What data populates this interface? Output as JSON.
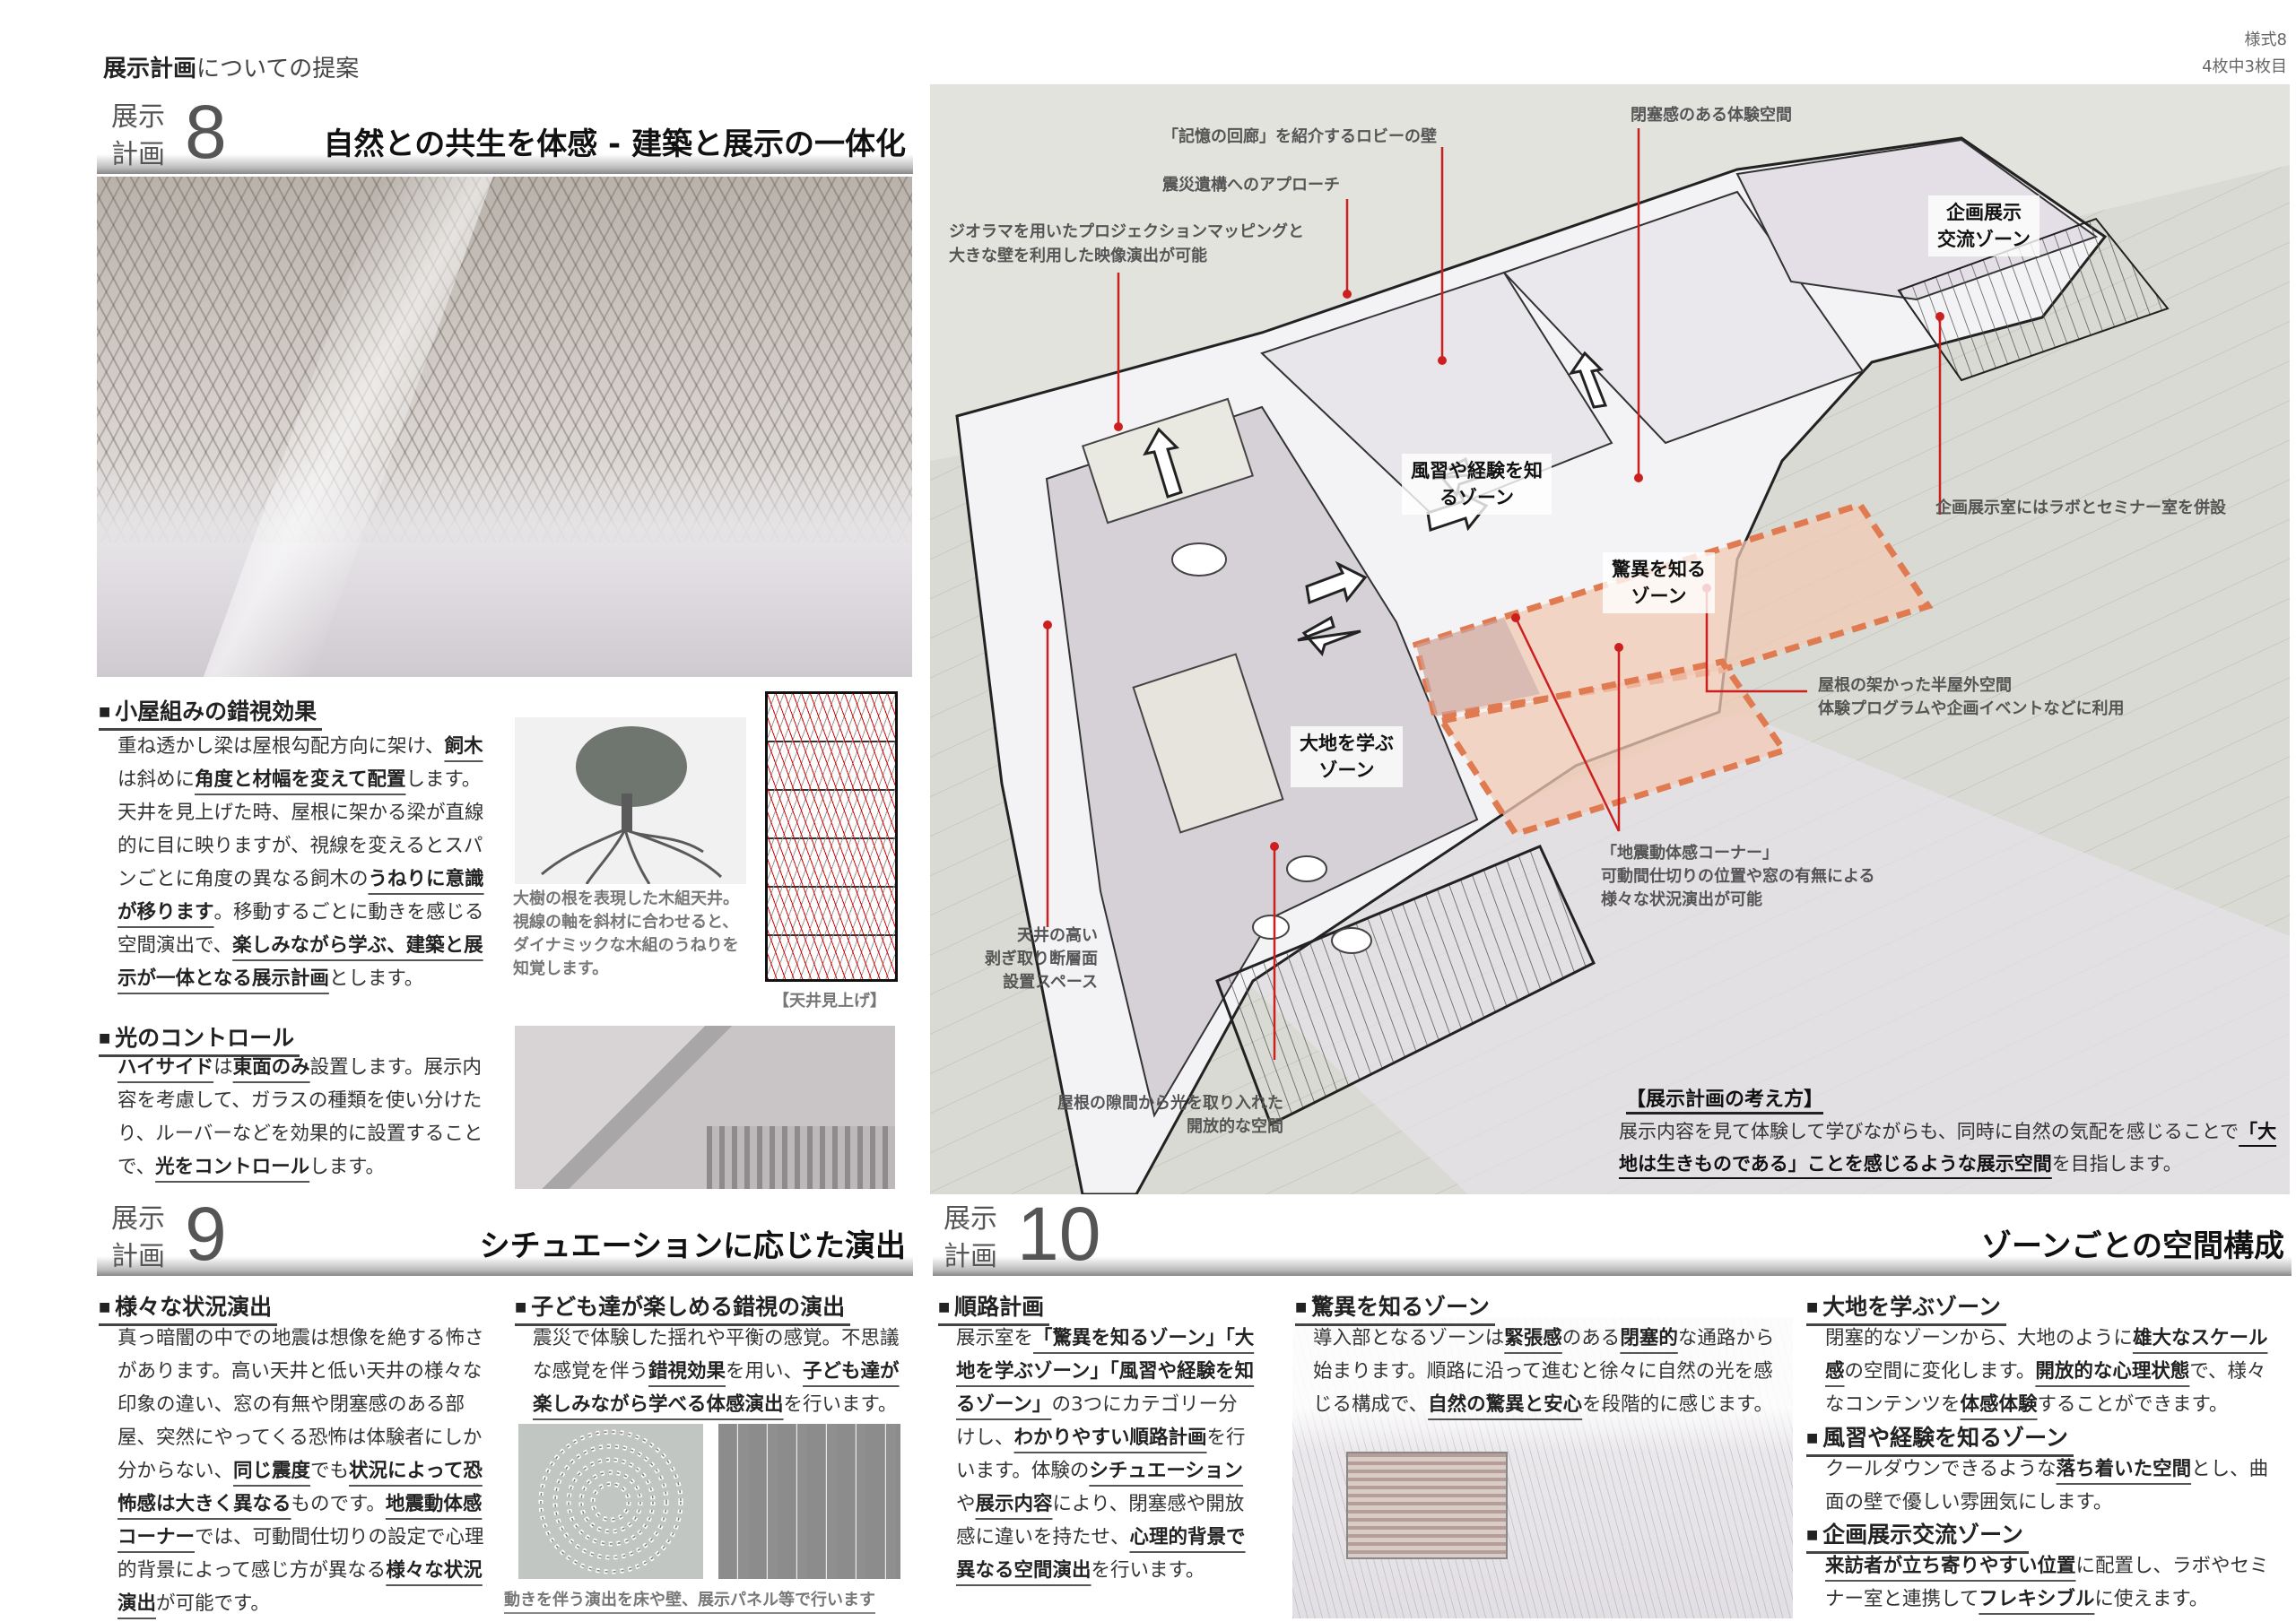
{
  "header": {
    "title_bold": "展示計画",
    "title_rest": "についての提案",
    "form_no": "様式8",
    "sheet": "4枚中3枚目"
  },
  "sections": {
    "s8": {
      "label_top": "展示",
      "label_bottom": "計画",
      "number": "8",
      "title": "自然との共生を体感 - 建築と展示の一体化"
    },
    "s9": {
      "label_top": "展示",
      "label_bottom": "計画",
      "number": "9",
      "title": "シチュエーションに応じた演出"
    },
    "s10": {
      "label_top": "展示",
      "label_bottom": "計画",
      "number": "10",
      "title": "ゾーンごとの空間構成"
    }
  },
  "blocks": {
    "koyagumi": {
      "heading": "小屋組みの錯視効果",
      "segments": [
        {
          "t": "重ね透かし梁は屋根勾配方向に架け、"
        },
        {
          "t": "飼木",
          "b": true
        },
        {
          "t": "は斜めに"
        },
        {
          "t": "角度と材幅を変えて配置",
          "b": true
        },
        {
          "t": "します。天井を見上げた時、屋根に架かる梁が直線的に目に映りますが、視線を変えるとスパンごとに角度の異なる飼木の"
        },
        {
          "t": "うねりに意識が移ります",
          "b": true
        },
        {
          "t": "。移動するごとに動きを感じる空間演出で、"
        },
        {
          "t": "楽しみながら学ぶ、建築と展示が一体となる展示計画",
          "b": true
        },
        {
          "t": "とします。"
        }
      ]
    },
    "light": {
      "heading": "光のコントロール",
      "segments": [
        {
          "t": "ハイサイド",
          "b": true
        },
        {
          "t": "は"
        },
        {
          "t": "東面のみ",
          "b": true
        },
        {
          "t": "設置します。展示内容を考慮して、ガラスの種類を使い分けたり、ルーバーなどを効果的に設置することで、"
        },
        {
          "t": "光をコントロール",
          "b": true
        },
        {
          "t": "します。"
        }
      ]
    },
    "situation": {
      "heading": "様々な状況演出",
      "segments": [
        {
          "t": "真っ暗闇の中での地震は想像を絶する怖さがあります。高い天井と低い天井の様々な印象の違い、窓の有無や閉塞感のある部屋、突然にやってくる恐怖は体験者にしか分からない、"
        },
        {
          "t": "同じ震度",
          "b": true
        },
        {
          "t": "でも"
        },
        {
          "t": "状況によって恐怖感は大きく異なる",
          "b": true
        },
        {
          "t": "ものです。"
        },
        {
          "t": "地震動体感コーナー",
          "b": true
        },
        {
          "t": "では、可動間仕切りの設定で心理的背景によって感じ方が異なる"
        },
        {
          "t": "様々な状況演出",
          "b": true
        },
        {
          "t": "が可能です。"
        }
      ]
    },
    "kids": {
      "heading": "子ども達が楽しめる錯視の演出",
      "segments": [
        {
          "t": "震災で体験した揺れや平衡の感覚。不思議な感覚を伴う"
        },
        {
          "t": "錯視効果",
          "b": true
        },
        {
          "t": "を用い、"
        },
        {
          "t": "子ども達が楽しみながら学べる体感演出",
          "b": true
        },
        {
          "t": "を行います。"
        }
      ]
    },
    "route": {
      "heading": "順路計画",
      "segments": [
        {
          "t": "展示室を"
        },
        {
          "t": "「驚異を知るゾーン」「大地を学ぶゾーン」「風習や経験を知るゾーン」",
          "b": true
        },
        {
          "t": "の3つにカテゴリー分けし、"
        },
        {
          "t": "わかりやすい順路計画",
          "b": true
        },
        {
          "t": "を行います。体験の"
        },
        {
          "t": "シチュエーション",
          "b": true
        },
        {
          "t": "や"
        },
        {
          "t": "展示内容",
          "b": true
        },
        {
          "t": "により、閉塞感や開放感に違いを持たせ、"
        },
        {
          "t": "心理的背景で異なる空間演出",
          "b": true
        },
        {
          "t": "を行います。"
        }
      ]
    },
    "wonder": {
      "heading": "驚異を知るゾーン",
      "segments": [
        {
          "t": "導入部となるゾーンは"
        },
        {
          "t": "緊張感",
          "b": true
        },
        {
          "t": "のある"
        },
        {
          "t": "閉塞的",
          "b": true
        },
        {
          "t": "な通路から始まります。順路に沿って進むと徐々に自然の光を感じる構成で、"
        },
        {
          "t": "自然の驚異と安心",
          "b": true
        },
        {
          "t": "を段階的に感じます。"
        }
      ]
    },
    "earth": {
      "heading": "大地を学ぶゾーン",
      "segments": [
        {
          "t": "閉塞的なゾーンから、大地のように"
        },
        {
          "t": "雄大なスケール感",
          "b": true
        },
        {
          "t": "の空間に変化します。"
        },
        {
          "t": "開放的な心理状態",
          "b": true
        },
        {
          "t": "で、様々なコンテンツを"
        },
        {
          "t": "体感体験",
          "b": true
        },
        {
          "t": "することができます。"
        }
      ]
    },
    "custom": {
      "heading": "風習や経験を知るゾーン",
      "segments": [
        {
          "t": "クールダウンできるような"
        },
        {
          "t": "落ち着いた空間",
          "b": true
        },
        {
          "t": "とし、曲面の壁で優しい雰囲気にします。"
        }
      ]
    },
    "exchange": {
      "heading": "企画展示交流ゾーン",
      "segments": [
        {
          "t": "来訪者が立ち寄りやすい位置",
          "b": true
        },
        {
          "t": "に配置し、ラボやセミナー室と連携して"
        },
        {
          "t": "フレキシブル",
          "b": true
        },
        {
          "t": "に使えます。"
        }
      ]
    },
    "concept": {
      "heading": "【展示計画の考え方】",
      "segments": [
        {
          "t": "展示内容を見て体験して学びながらも、同時に自然の気配を感じることで"
        },
        {
          "t": "「大地は生きものである」ことを感じるような展示空間",
          "b": true
        },
        {
          "t": "を目指します。"
        }
      ]
    }
  },
  "captions": {
    "tree": "大樹の根を表現した木組天井。\n視線の軸を斜材に合わせると、ダイナミックな木組のうねりを知覚します。",
    "ceiling": "【天井見上げ】",
    "illusion": "動きを伴う演出を床や壁、展示パネル等で行います"
  },
  "diagram": {
    "labels": {
      "memory": "「記憶の回廊」を紹介するロビーの壁",
      "approach": "震災遺構へのアプローチ",
      "diorama1": "ジオラマを用いたプロジェクションマッピングと",
      "diorama2": "大きな壁を利用した映像演出が可能",
      "closed": "閉塞感のある体験空間",
      "lab": "企画展示室にはラボとセミナー室を併設",
      "semi1": "屋根の架かった半屋外空間",
      "semi2": "体験プログラムや企画イベントなどに利用",
      "quake1": "「地震動体感コーナー」",
      "quake2": "可動間仕切りの位置や窓の有無による",
      "quake3": "様々な状況演出が可能",
      "high1": "天井の高い",
      "high2": "剥ぎ取り断層面",
      "high3": "設置スペース",
      "open1": "屋根の隙間から光を取り入れた",
      "open2": "開放的な空間"
    },
    "zones": {
      "exchange1": "企画展示",
      "exchange2": "交流ゾーン",
      "custom1": "風習や経験を知",
      "custom2": "るゾーン",
      "wonder1": "驚異を知る",
      "wonder2": "ゾーン",
      "earth1": "大地を学ぶ",
      "earth2": "ゾーン"
    },
    "colors": {
      "leader": "#cc1f1f",
      "zone_fill": "#f2c9b5",
      "zone_dash": "#e07a50"
    }
  }
}
